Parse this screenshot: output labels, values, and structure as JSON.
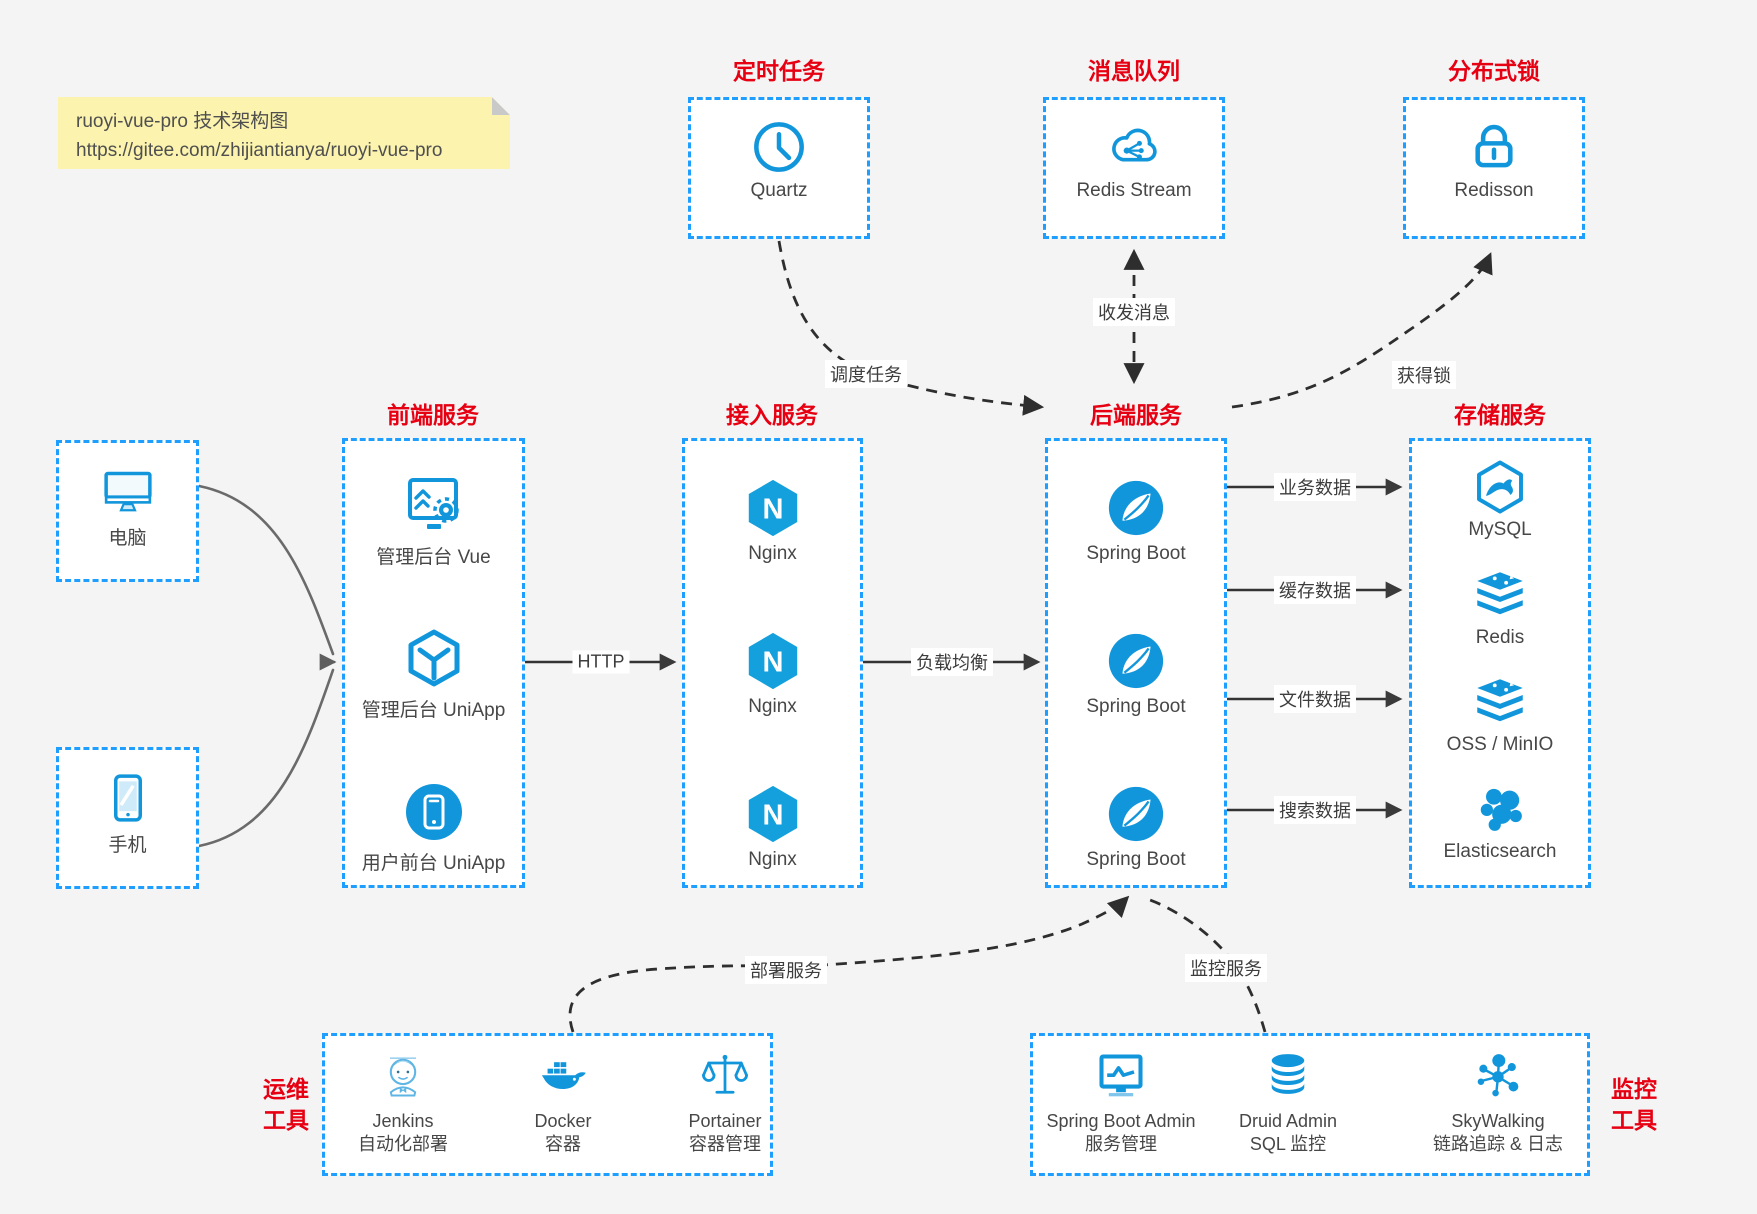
{
  "note": {
    "line1": "ruoyi-vue-pro 技术架构图",
    "line2": "https://gitee.com/zhijiantianya/ruoyi-vue-pro"
  },
  "colors": {
    "accent_blue": "#1296db",
    "dash_blue": "#1e9fff",
    "title_red": "#e60012"
  },
  "top_groups": [
    {
      "title": "定时任务",
      "items": [
        {
          "label": "Quartz",
          "icon": "clock-icon"
        }
      ]
    },
    {
      "title": "消息队列",
      "items": [
        {
          "label": "Redis Stream",
          "icon": "cloud-share-icon"
        }
      ]
    },
    {
      "title": "分布式锁",
      "items": [
        {
          "label": "Redisson",
          "icon": "lock-icon"
        }
      ]
    }
  ],
  "clients": [
    {
      "label": "电脑",
      "icon": "desktop-icon"
    },
    {
      "label": "手机",
      "icon": "smartphone-icon"
    }
  ],
  "columns": [
    {
      "title": "前端服务",
      "items": [
        {
          "label": "管理后台 Vue",
          "icon": "admin-vue-icon"
        },
        {
          "label": "管理后台 UniApp",
          "icon": "uniapp-cube-icon"
        },
        {
          "label": "用户前台 UniApp",
          "icon": "user-app-icon"
        }
      ]
    },
    {
      "title": "接入服务",
      "items": [
        {
          "label": "Nginx",
          "icon": "nginx-icon"
        },
        {
          "label": "Nginx",
          "icon": "nginx-icon"
        },
        {
          "label": "Nginx",
          "icon": "nginx-icon"
        }
      ]
    },
    {
      "title": "后端服务",
      "items": [
        {
          "label": "Spring Boot",
          "icon": "spring-boot-icon"
        },
        {
          "label": "Spring Boot",
          "icon": "spring-boot-icon"
        },
        {
          "label": "Spring Boot",
          "icon": "spring-boot-icon"
        }
      ]
    },
    {
      "title": "存储服务",
      "items": [
        {
          "label": "MySQL",
          "icon": "mysql-icon"
        },
        {
          "label": "Redis",
          "icon": "redis-icon"
        },
        {
          "label": "OSS / MinIO",
          "icon": "oss-minio-icon"
        },
        {
          "label": "Elasticsearch",
          "icon": "elasticsearch-icon"
        }
      ]
    }
  ],
  "bottom_groups": [
    {
      "side_title_line1": "运维",
      "side_title_line2": "工具",
      "items": [
        {
          "name": "Jenkins",
          "desc": "自动化部署",
          "icon": "jenkins-icon"
        },
        {
          "name": "Docker",
          "desc": "容器",
          "icon": "docker-icon"
        },
        {
          "name": "Portainer",
          "desc": "容器管理",
          "icon": "portainer-icon"
        }
      ]
    },
    {
      "side_title_line1": "监控",
      "side_title_line2": "工具",
      "items": [
        {
          "name": "Spring Boot Admin",
          "desc": "服务管理",
          "icon": "spring-boot-admin-icon"
        },
        {
          "name": "Druid Admin",
          "desc": "SQL 监控",
          "icon": "druid-icon"
        },
        {
          "name": "SkyWalking",
          "desc": "链路追踪 & 日志",
          "icon": "skywalking-icon"
        }
      ]
    }
  ],
  "edges": {
    "schedule": "调度任务",
    "message": "收发消息",
    "lock": "获得锁",
    "http": "HTTP",
    "load_balance": "负载均衡",
    "business_data": "业务数据",
    "cache_data": "缓存数据",
    "file_data": "文件数据",
    "search_data": "搜索数据",
    "deploy": "部署服务",
    "monitor": "监控服务"
  }
}
